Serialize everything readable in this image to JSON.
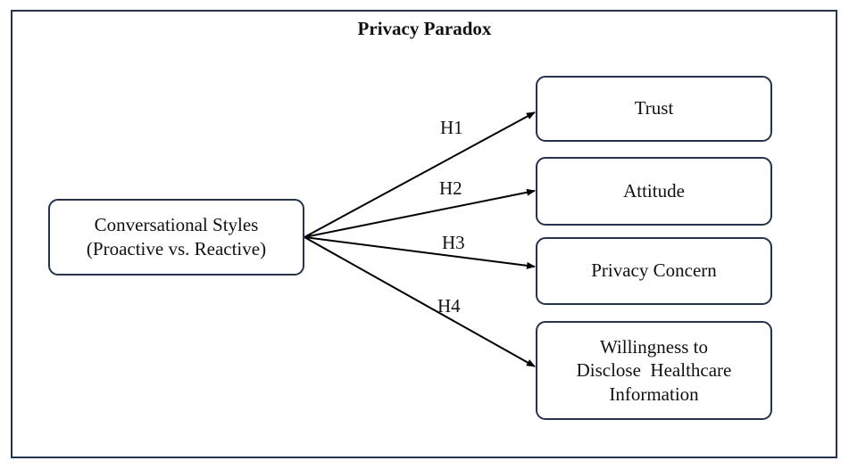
{
  "title": "Privacy Paradox",
  "source": {
    "line1": "Conversational Styles",
    "line2": "(Proactive vs. Reactive)"
  },
  "targets": [
    {
      "lines": [
        "Trust"
      ]
    },
    {
      "lines": [
        "Attitude"
      ]
    },
    {
      "lines": [
        "Privacy Concern"
      ]
    },
    {
      "lines": [
        "Willingness to",
        "Disclose  Healthcare",
        "Information"
      ]
    }
  ],
  "hypotheses": [
    "H1",
    "H2",
    "H3",
    "H4"
  ],
  "colors": {
    "border": "#25344a",
    "text": "#111111",
    "arrow": "#000000"
  }
}
